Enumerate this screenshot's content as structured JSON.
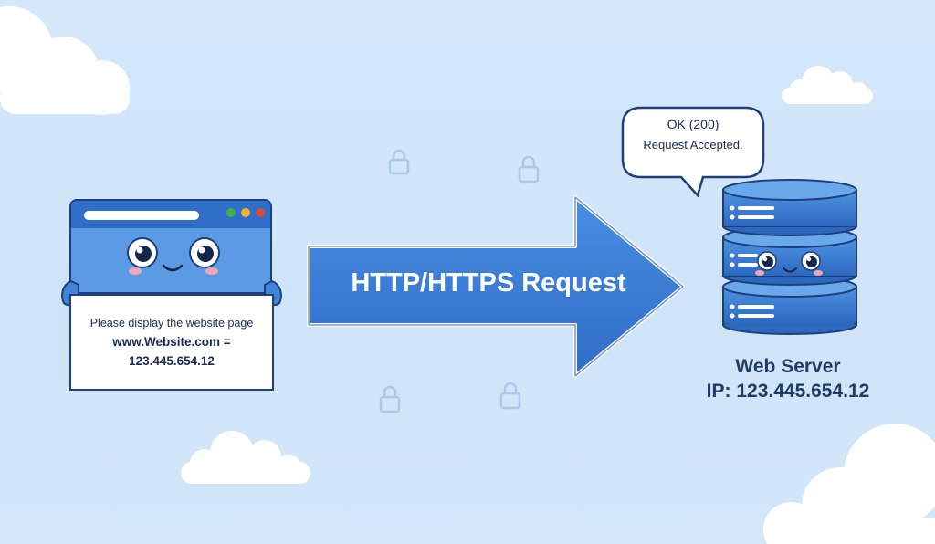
{
  "colors": {
    "background": "#d2e6f9",
    "arrow": "#3b7dd8",
    "server": "#3f84d9",
    "outline": "#1f3f7a",
    "browser_dots": [
      "#3cb04a",
      "#f2b233",
      "#e0473c"
    ]
  },
  "browser": {
    "sign_lines": [
      "Please display the website page",
      "www.Website.com =",
      "123.445.654.12"
    ]
  },
  "request_arrow": {
    "label": "HTTP/HTTPS Request"
  },
  "response_bubble": {
    "line1": "OK (200)",
    "line2": "Request Accepted."
  },
  "server": {
    "name": "Web Server",
    "ip": "IP: 123.445.654.12"
  },
  "icons": [
    "cloud-icon",
    "lock-icon",
    "browser-window-icon",
    "server-stack-icon",
    "speech-bubble-icon"
  ]
}
